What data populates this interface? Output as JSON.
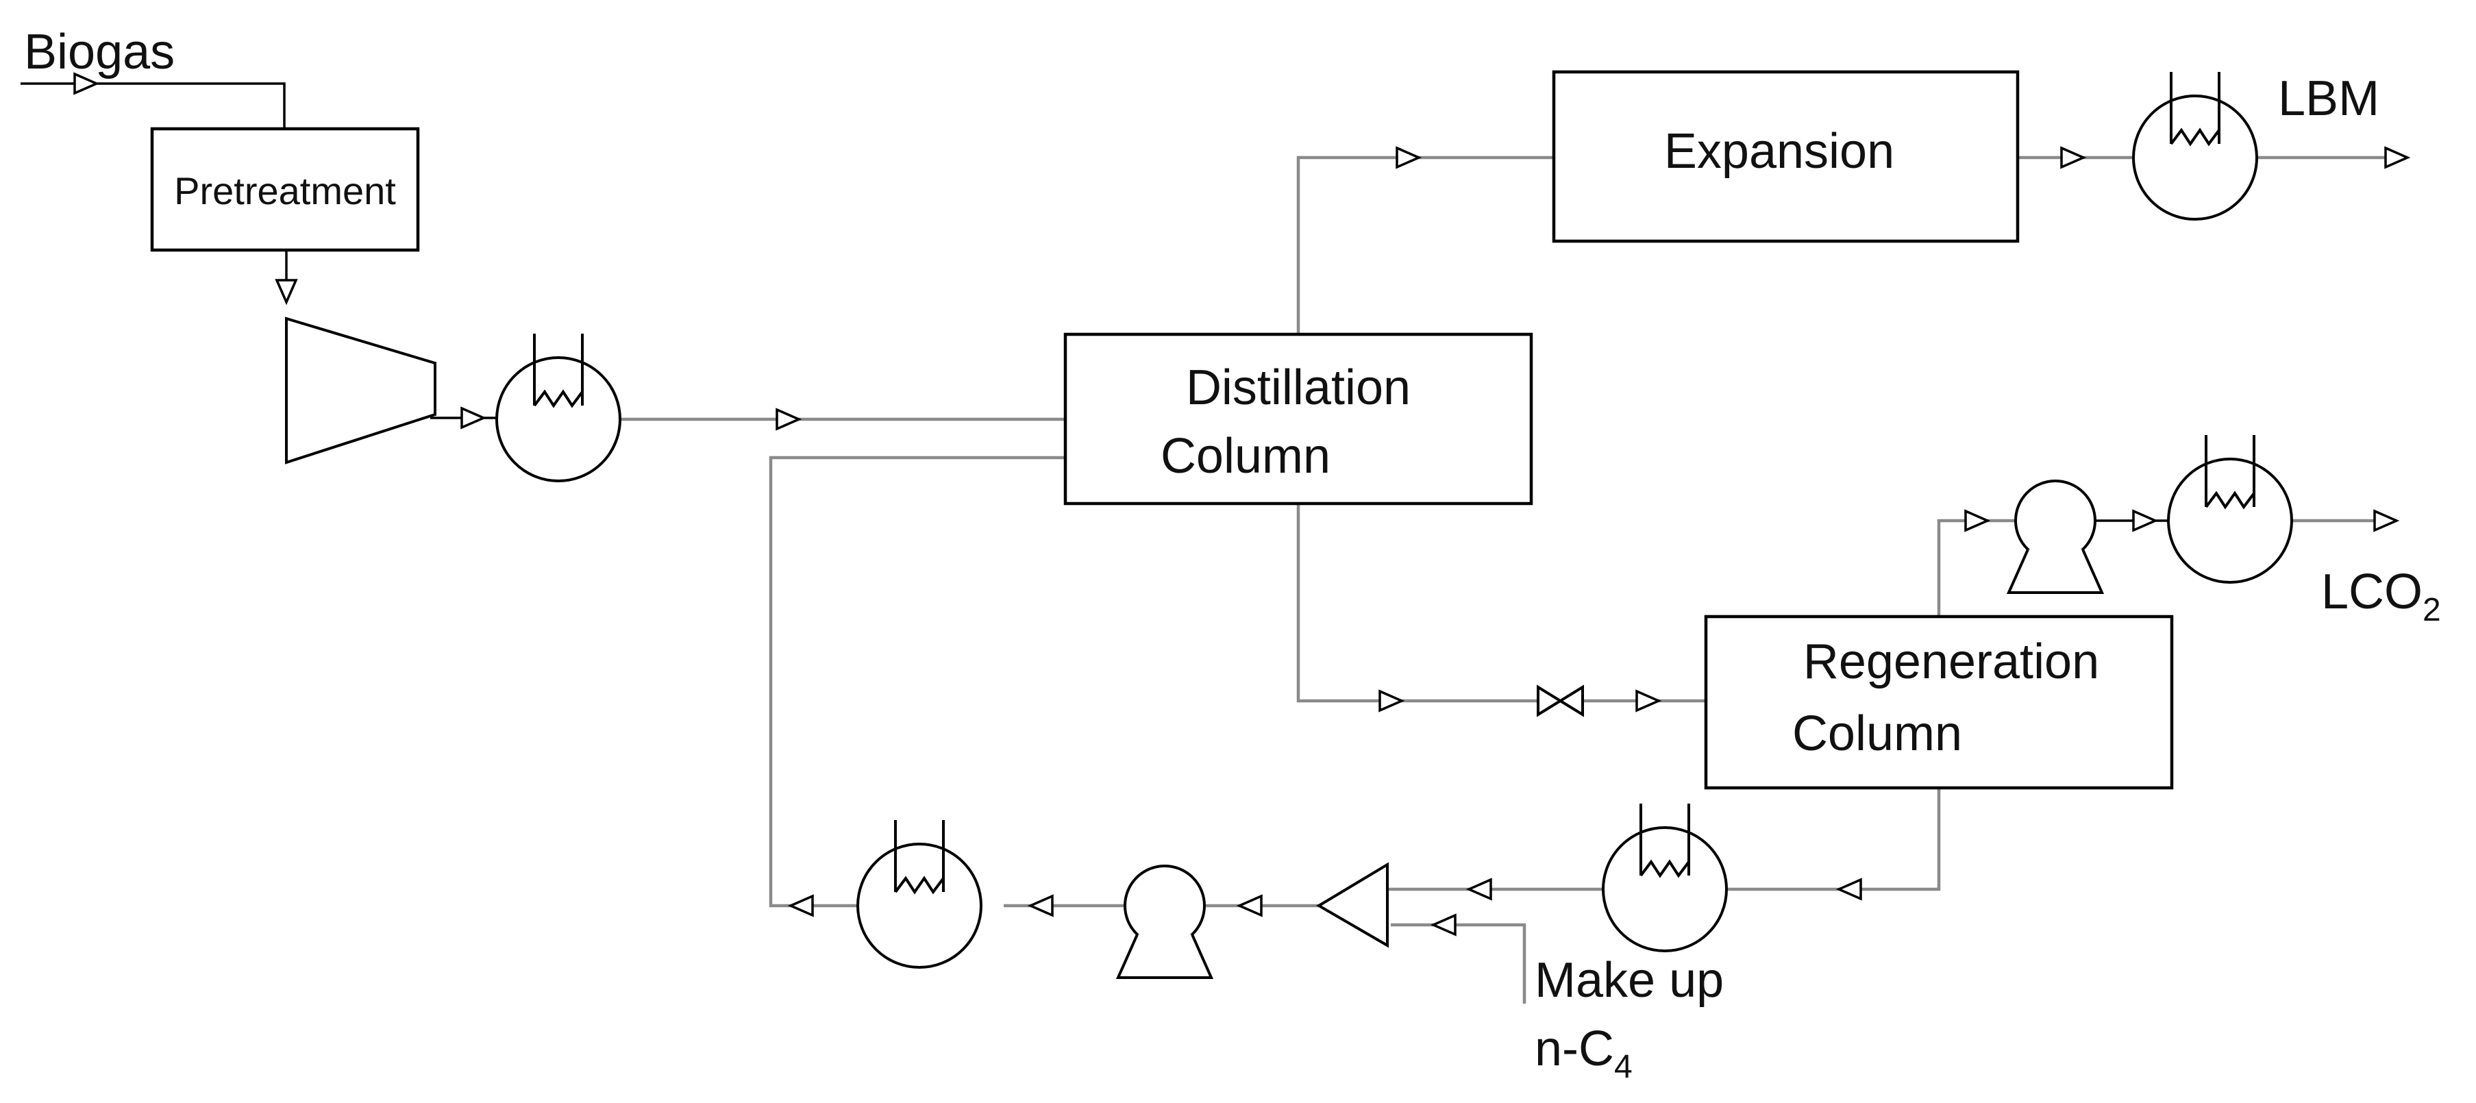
{
  "feeds": {
    "biogas": "Biogas",
    "makeup_line1": "Make up",
    "makeup_line2": "n-C",
    "makeup_line2_sub": "4"
  },
  "units": {
    "pretreatment": "Pretreatment",
    "distillation_line1": "Distillation",
    "distillation_line2": "Column",
    "expansion": "Expansion",
    "regeneration_line1": "Regeneration",
    "regeneration_line2": "Column"
  },
  "products": {
    "lbm": "LBM",
    "lco2_main": "LCO",
    "lco2_sub": "2"
  }
}
